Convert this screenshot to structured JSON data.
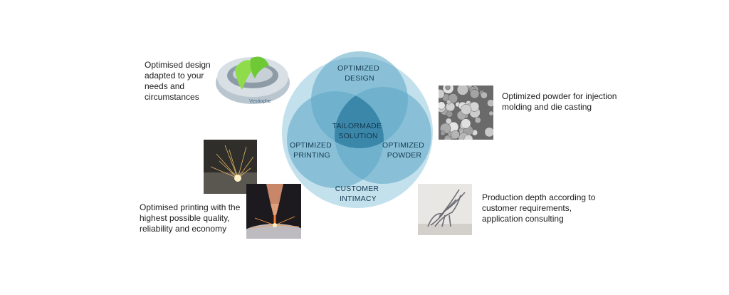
{
  "venn": {
    "outer_label": "CUSTOMER\nINTIMACY",
    "top_label": "OPTIMIZED\nDESIGN",
    "left_label": "OPTIMIZED\nPRINTING",
    "right_label": "OPTIMIZED\nPOWDER",
    "center_label": "TAILORMADE\nSOLUTION",
    "colors": {
      "outer": "#c3e1ed",
      "circle": "#5ba5c4",
      "center": "#2d7ba0",
      "text": "#12384f"
    }
  },
  "descriptions": {
    "design": "Optimised design\nadapted to your\nneeds and\ncircumstances",
    "powder": "Optimized powder for injection\nmolding and die casting",
    "printing": "Optimised printing with the\nhighest possible quality,\nreliability and economy",
    "consulting": "Production depth according to\ncustomer requirements,\napplication consulting"
  },
  "images": {
    "design_part": "3d-printed-part-photo",
    "design_part_brand": "Vestiophe",
    "laser_sparks": "laser-sparks-photo",
    "laser_nozzle": "laser-nozzle-photo",
    "metal_powder": "metal-powder-photo",
    "printed_sculpture": "lattice-sculpture-photo"
  }
}
